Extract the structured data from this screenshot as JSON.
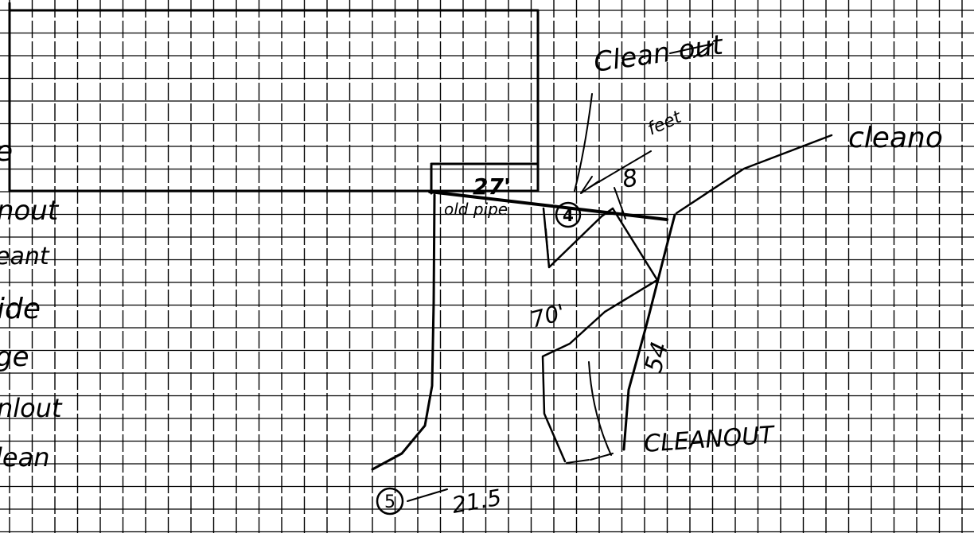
{
  "labels": {
    "clean_out_top": "Clean out",
    "feet": "feet",
    "cleanout_right": "cleano",
    "measure_27": "27'",
    "measure_8": "8",
    "old_pipe": "old pipe",
    "node_4": "4",
    "measure_70": "70'",
    "measure_54": "54",
    "cleanout_bottom": "CLEANOUT",
    "node_5": "5",
    "measure_21_5": "21.5"
  },
  "left_margin": [
    "e",
    "nout",
    "eant",
    "ide",
    "ge",
    "nlout",
    "lean"
  ]
}
